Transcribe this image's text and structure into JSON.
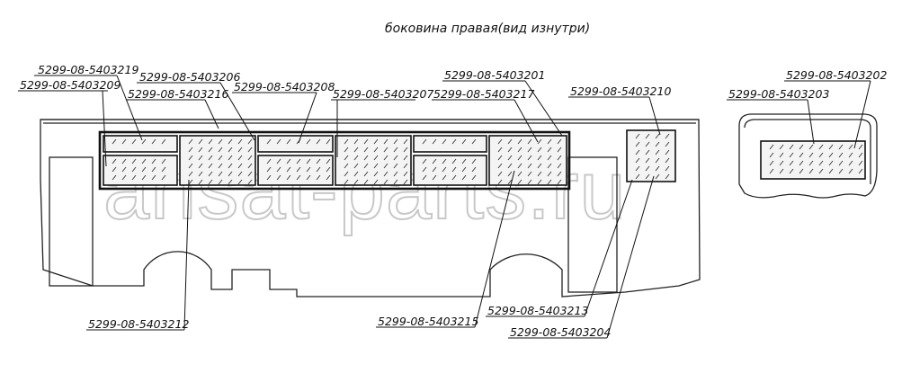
{
  "title": "боковина правая(вид изнутри)",
  "watermark": "ansat-parts.ru",
  "part_labels": {
    "p3219": "5299-08-5403219",
    "p3209": "5299-08-5403209",
    "p3206": "5299-08-5403206",
    "p3216": "5299-08-5403216",
    "p3208": "5299-08-5403208",
    "p3207": "5299-08-5403207",
    "p3201": "5299-08-5403201",
    "p3217": "5299-08-5403217",
    "p3210": "5299-08-5403210",
    "p3202": "5299-08-5403202",
    "p3203": "5299-08-5403203",
    "p3212": "5299-08-5403212",
    "p3215": "5299-08-5403215",
    "p3213": "5299-08-5403213",
    "p3204": "5299-08-5403204"
  }
}
